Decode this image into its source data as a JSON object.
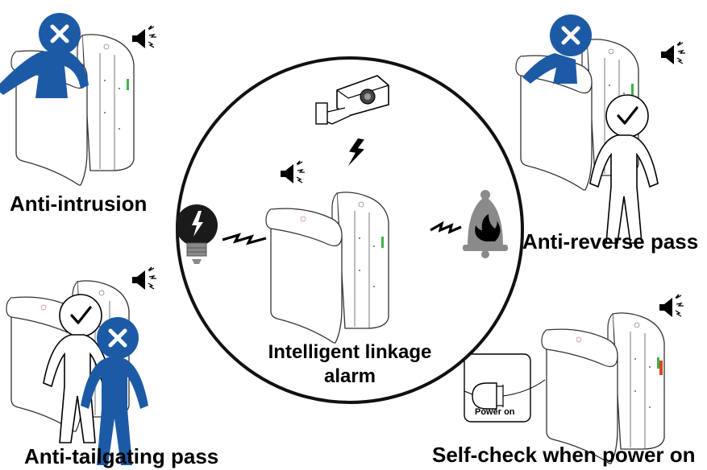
{
  "features": {
    "anti_intrusion": "Anti-intrusion",
    "anti_reverse": "Anti-reverse pass",
    "anti_tailgating": "Anti-tailgating pass",
    "self_check": "Self-check when power on",
    "center_line1": "Intelligent linkage",
    "center_line2": "alarm",
    "power_button": "Power on"
  },
  "colors": {
    "blocked_person": "#1d5aa6",
    "allowed_person": "#ffffff",
    "outline": "#000000",
    "alarm_gray": "#8a8a8a",
    "indicator_green": "#3cb44b",
    "indicator_red": "#d94a1e"
  },
  "icons": [
    "speaker-icon",
    "camera-icon",
    "bulb-icon",
    "fire-alarm-icon",
    "lightning-icon",
    "check-icon",
    "cross-icon",
    "power-button-icon"
  ]
}
